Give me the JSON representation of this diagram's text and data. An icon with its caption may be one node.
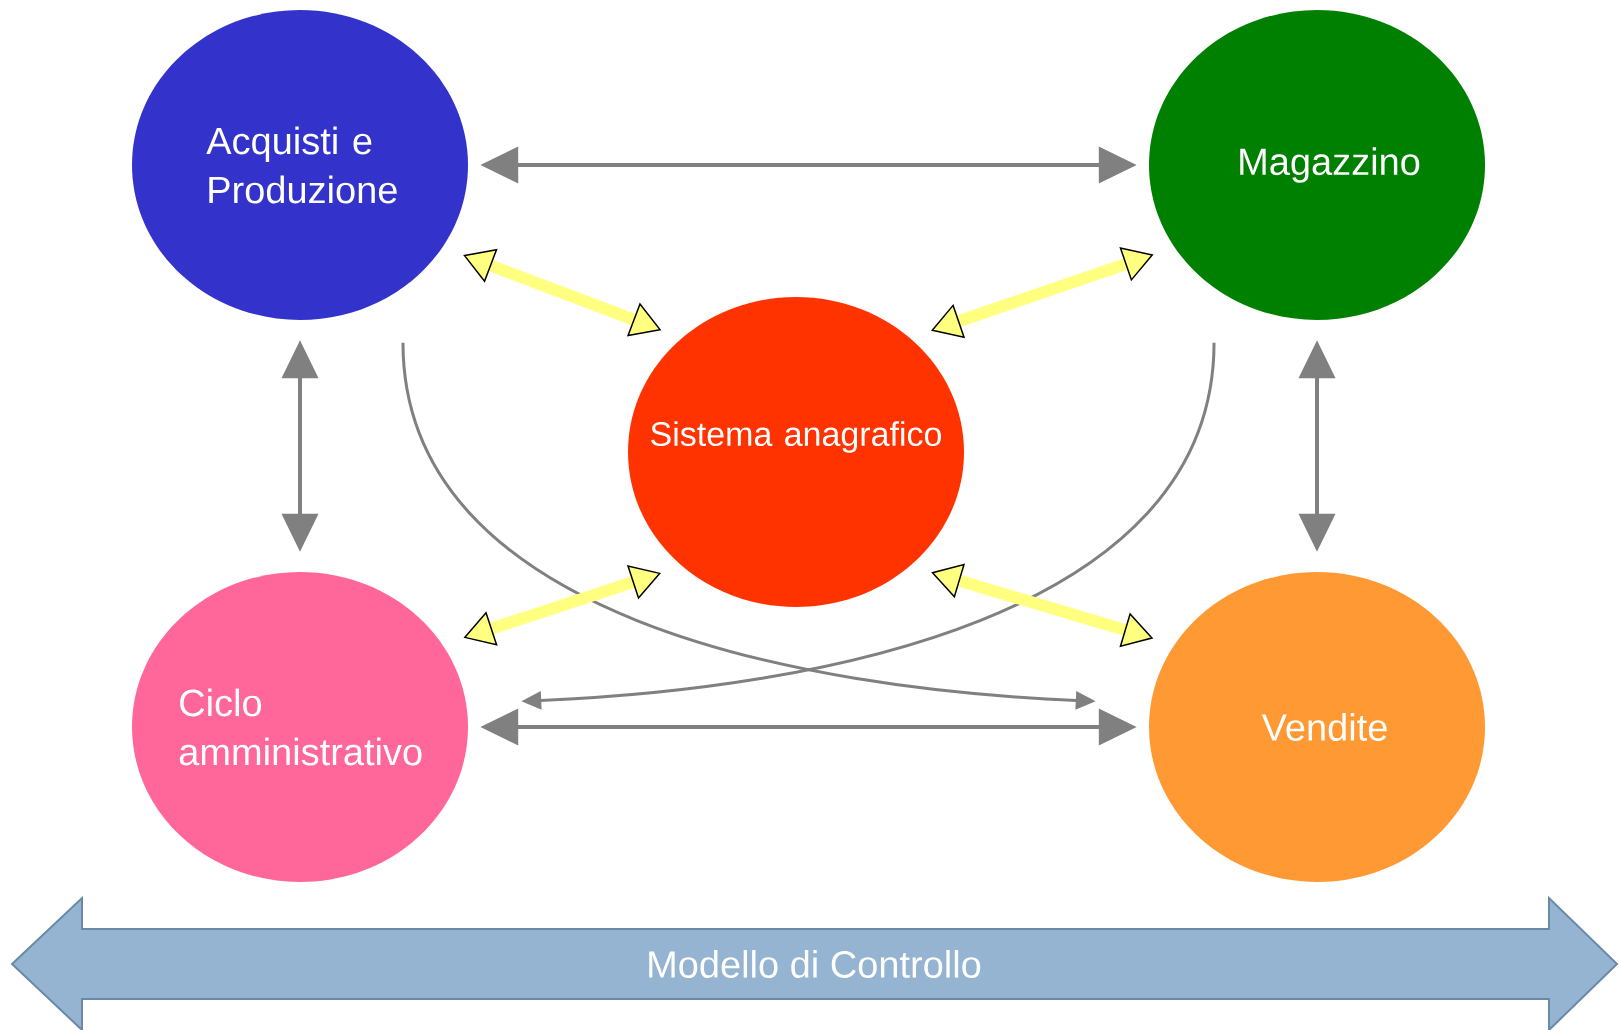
{
  "diagram": {
    "nodes": [
      {
        "text": [
          "Acquisti e Produzione"
        ]
      },
      {
        "text": [
          "Magazzino"
        ]
      },
      {
        "text": [
          "Sistema anagrafico"
        ]
      },
      {
        "text": [
          "Ciclo amministrativo"
        ]
      },
      {
        "text": [
          "Vendite"
        ]
      },
      {
        "text": [
          "Modello di Controllo"
        ]
      }
    ],
    "edges": [
      {
        "from": 0,
        "to": 1,
        "arrow": "both"
      },
      {
        "from": 0,
        "to": 3,
        "arrow": "both"
      },
      {
        "from": 1,
        "to": 4,
        "arrow": "both"
      },
      {
        "from": 3,
        "to": 4,
        "arrow": "both"
      },
      {
        "from": 0,
        "to": 4,
        "arrow": "to"
      },
      {
        "from": 1,
        "to": 3,
        "arrow": "to"
      },
      {
        "from": 0,
        "to": 2,
        "arrow": "both",
        "style": "thick",
        "color": "#ffff80"
      },
      {
        "from": 1,
        "to": 2,
        "arrow": "both",
        "style": "thick",
        "color": "#ffff80"
      },
      {
        "from": 3,
        "to": 2,
        "arrow": "both",
        "style": "thick",
        "color": "#ffff80"
      },
      {
        "from": 4,
        "to": 2,
        "arrow": "both",
        "style": "thick",
        "color": "#ffff80"
      }
    ]
  }
}
